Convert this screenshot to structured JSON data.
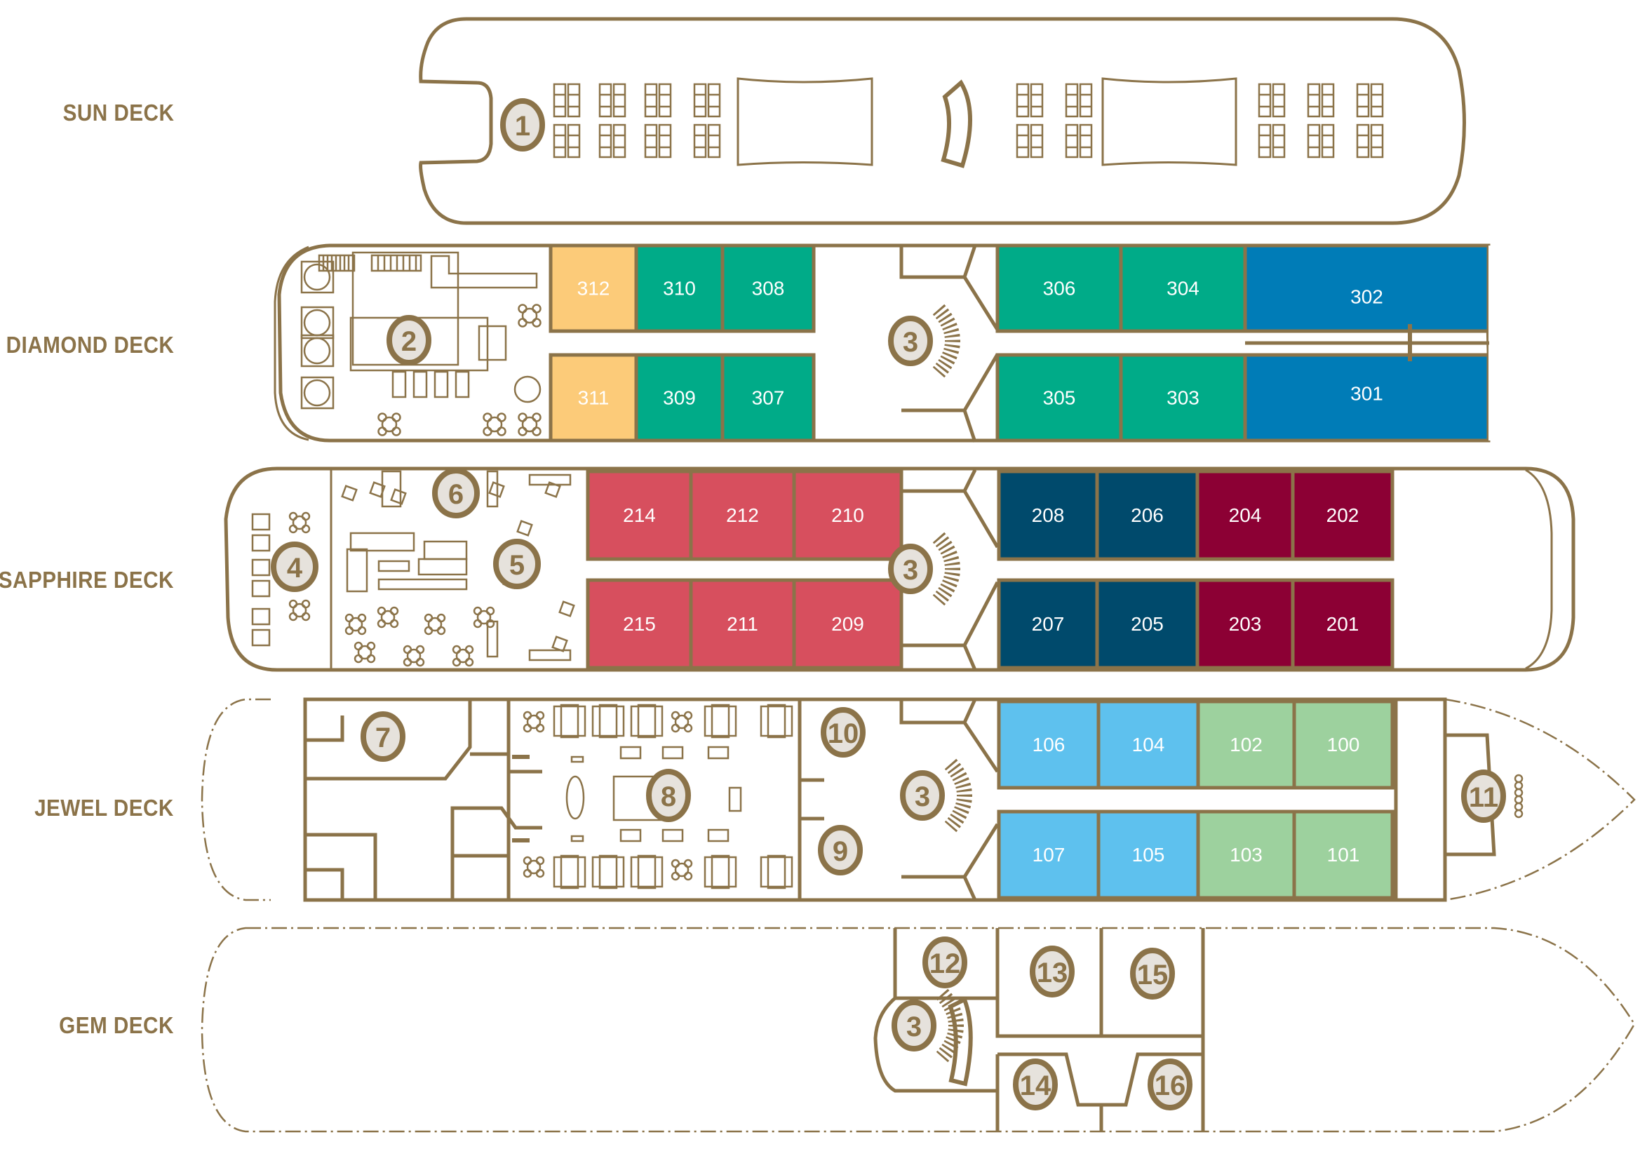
{
  "title": "Ship Deck Plan",
  "colors": {
    "outline": "#8b7349",
    "badge_fill": "#e6e2dc",
    "category_gold": "#fccb79",
    "category_teal": "#00ab88",
    "category_blue": "#007cb7",
    "category_rose": "#d74f5e",
    "category_navy": "#004a6c",
    "category_burgundy": "#8c0034",
    "category_skyblue": "#5ec1ee",
    "category_mint": "#9dd19e"
  },
  "decks": [
    {
      "id": "sun",
      "label": "SUN DECK"
    },
    {
      "id": "diamond",
      "label": "DIAMOND DECK"
    },
    {
      "id": "sapphire",
      "label": "SAPPHIRE DECK"
    },
    {
      "id": "jewel",
      "label": "JEWEL DECK"
    },
    {
      "id": "gem",
      "label": "GEM DECK"
    }
  ],
  "cabins": {
    "diamond": [
      {
        "number": "312",
        "color": "#fccb79"
      },
      {
        "number": "311",
        "color": "#fccb79"
      },
      {
        "number": "310",
        "color": "#00ab88"
      },
      {
        "number": "309",
        "color": "#00ab88"
      },
      {
        "number": "308",
        "color": "#00ab88"
      },
      {
        "number": "307",
        "color": "#00ab88"
      },
      {
        "number": "306",
        "color": "#00ab88"
      },
      {
        "number": "305",
        "color": "#00ab88"
      },
      {
        "number": "304",
        "color": "#00ab88"
      },
      {
        "number": "303",
        "color": "#00ab88"
      },
      {
        "number": "302",
        "color": "#007cb7"
      },
      {
        "number": "301",
        "color": "#007cb7"
      }
    ],
    "sapphire": [
      {
        "number": "214",
        "color": "#d74f5e"
      },
      {
        "number": "215",
        "color": "#d74f5e"
      },
      {
        "number": "212",
        "color": "#d74f5e"
      },
      {
        "number": "211",
        "color": "#d74f5e"
      },
      {
        "number": "210",
        "color": "#d74f5e"
      },
      {
        "number": "209",
        "color": "#d74f5e"
      },
      {
        "number": "208",
        "color": "#004a6c"
      },
      {
        "number": "207",
        "color": "#004a6c"
      },
      {
        "number": "206",
        "color": "#004a6c"
      },
      {
        "number": "205",
        "color": "#004a6c"
      },
      {
        "number": "204",
        "color": "#8c0034"
      },
      {
        "number": "203",
        "color": "#8c0034"
      },
      {
        "number": "202",
        "color": "#8c0034"
      },
      {
        "number": "201",
        "color": "#8c0034"
      }
    ],
    "jewel": [
      {
        "number": "106",
        "color": "#5ec1ee"
      },
      {
        "number": "107",
        "color": "#5ec1ee"
      },
      {
        "number": "104",
        "color": "#5ec1ee"
      },
      {
        "number": "105",
        "color": "#5ec1ee"
      },
      {
        "number": "102",
        "color": "#9dd19e"
      },
      {
        "number": "103",
        "color": "#9dd19e"
      },
      {
        "number": "100",
        "color": "#9dd19e"
      },
      {
        "number": "101",
        "color": "#9dd19e"
      }
    ]
  },
  "badges": [
    {
      "deck": "sun",
      "number": "1"
    },
    {
      "deck": "diamond",
      "number": "2"
    },
    {
      "deck": "diamond",
      "number": "3"
    },
    {
      "deck": "sapphire",
      "number": "4"
    },
    {
      "deck": "sapphire",
      "number": "5"
    },
    {
      "deck": "sapphire",
      "number": "6"
    },
    {
      "deck": "sapphire",
      "number": "3"
    },
    {
      "deck": "jewel",
      "number": "7"
    },
    {
      "deck": "jewel",
      "number": "8"
    },
    {
      "deck": "jewel",
      "number": "9"
    },
    {
      "deck": "jewel",
      "number": "10"
    },
    {
      "deck": "jewel",
      "number": "3"
    },
    {
      "deck": "jewel",
      "number": "11"
    },
    {
      "deck": "gem",
      "number": "12"
    },
    {
      "deck": "gem",
      "number": "3"
    },
    {
      "deck": "gem",
      "number": "13"
    },
    {
      "deck": "gem",
      "number": "15"
    },
    {
      "deck": "gem",
      "number": "14"
    },
    {
      "deck": "gem",
      "number": "16"
    }
  ]
}
